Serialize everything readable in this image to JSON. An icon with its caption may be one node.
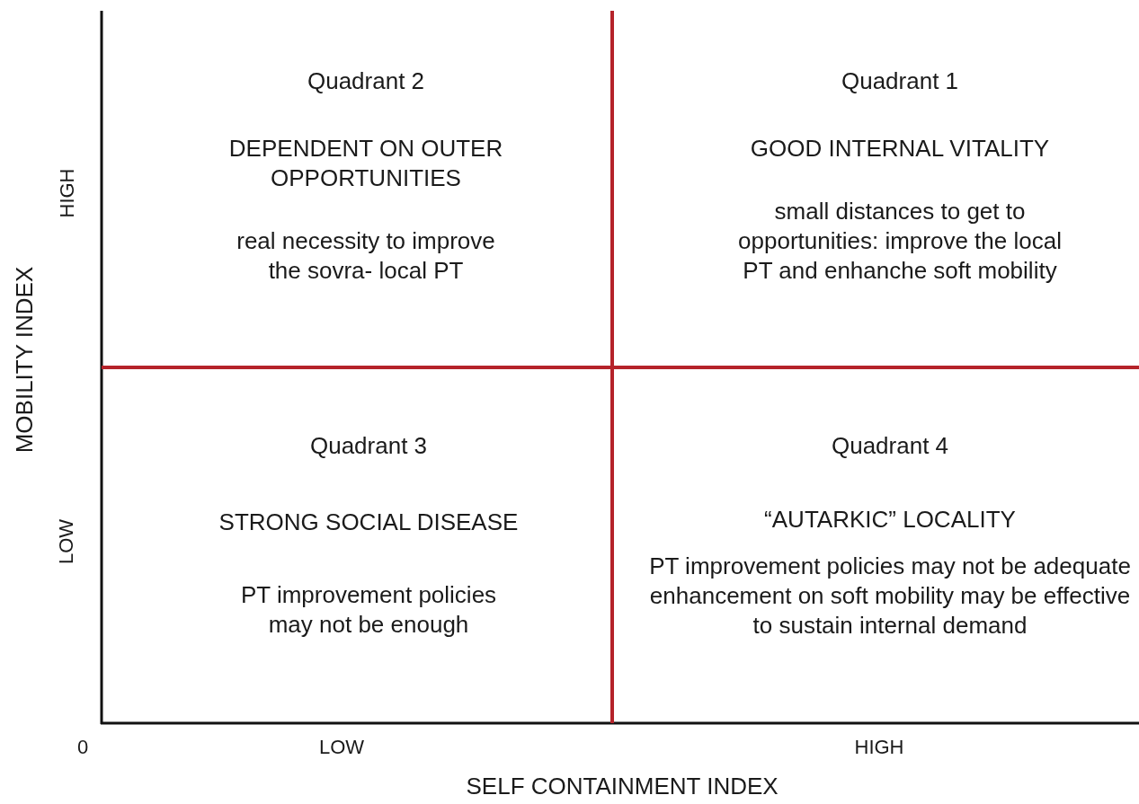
{
  "diagram": {
    "nodes": [
      {
        "text": [
          "Quadrant 2",
          "DEPENDENT ON OUTER OPPORTUNITIES",
          "real necessity to improve the sovra- local PT"
        ]
      },
      {
        "text": [
          "Quadrant 1",
          "GOOD INTERNAL VITALITY",
          "small distances to get to opportunities: improve the local PT and enhanche soft mobility"
        ]
      },
      {
        "text": [
          "Quadrant 3",
          "STRONG SOCIAL DISEASE",
          "PT improvement policies may not be enough"
        ]
      },
      {
        "text": [
          "Quadrant 4",
          "“AUTARKIC” LOCALITY",
          "PT improvement policies may not be adequate enhancement on soft mobility may be effective to sustain internal demand"
        ]
      }
    ],
    "labels": [
      "HIGH",
      "MOBILITY INDEX",
      "LOW",
      "0",
      "LOW",
      "HIGH",
      "SELF CONTAINMENT INDEX"
    ]
  }
}
